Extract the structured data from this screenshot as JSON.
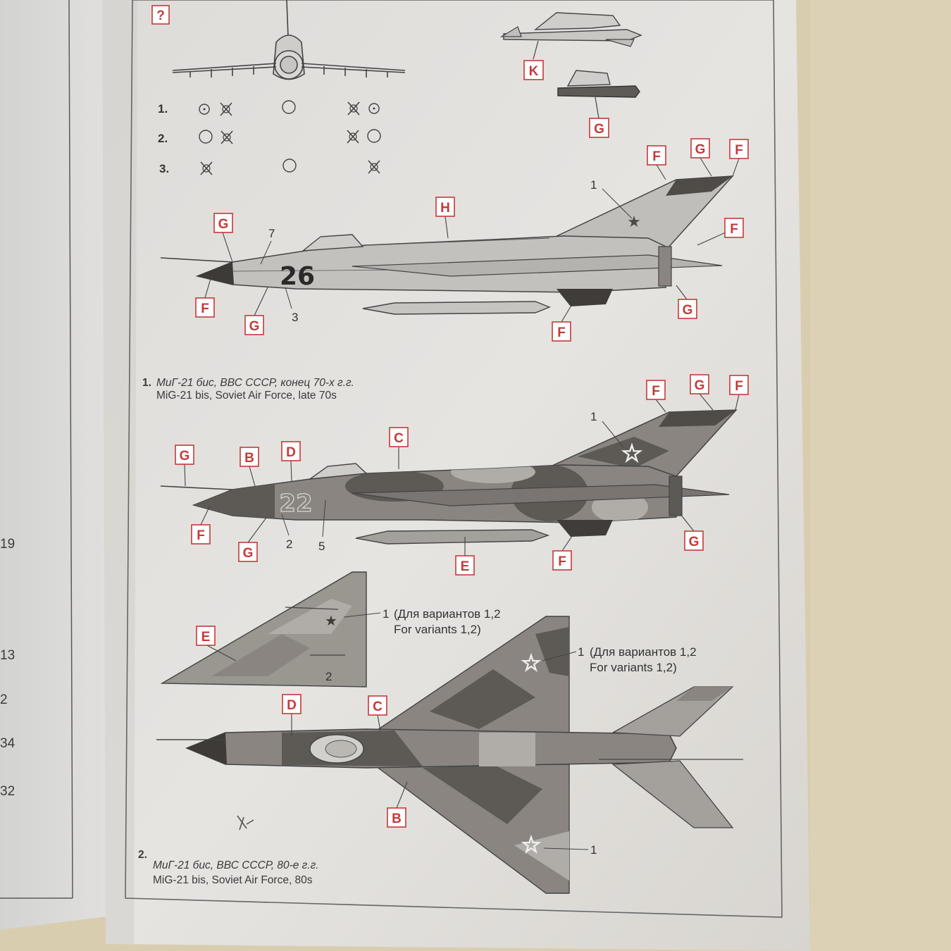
{
  "colors": {
    "background": "#d9cdb0",
    "paper": "#e4e2df",
    "callout_red": "#c43a3a",
    "camo_dark": "#5d5954",
    "camo_mid": "#8a8580",
    "camo_light": "#b0aca7",
    "metal": "#c3c1bd"
  },
  "left_margin_numbers": [
    "19",
    "13",
    "2",
    "34",
    "32"
  ],
  "top": {
    "question_box": "?",
    "pylon_rows": [
      {
        "label": "1."
      },
      {
        "label": "2."
      },
      {
        "label": "3."
      }
    ],
    "weapon_callouts": [
      "K",
      "G"
    ]
  },
  "variant1": {
    "callouts": [
      "G",
      "F",
      "G",
      "H",
      "F",
      "G",
      "F",
      "F",
      "G",
      "F"
    ],
    "numbers": [
      "7",
      "3",
      "1"
    ],
    "tail_number": "26",
    "caption": {
      "number": "1.",
      "ru": "МиГ-21 бис, ВВС СССР, конец 70-х г.г.",
      "en": "MiG-21 bis, Soviet Air Force, late 70s"
    }
  },
  "variant2": {
    "callouts": [
      "G",
      "B",
      "D",
      "C",
      "F",
      "G",
      "F",
      "G",
      "E",
      "F",
      "G",
      "F"
    ],
    "numbers": [
      "2",
      "5",
      "1"
    ],
    "tail_number": "22",
    "caption": {
      "number": "2.",
      "ru": "МиГ-21 бис, ВВС СССР, 80-е г.г.",
      "en": "MiG-21 bis, Soviet Air Force, 80s"
    }
  },
  "wing_view": {
    "callout": "E",
    "number": "2",
    "note_num": "1",
    "note_ru": "(Для вариантов 1,2",
    "note_en": "For variants 1,2)"
  },
  "top_view": {
    "callouts": [
      "D",
      "C",
      "B"
    ],
    "note_num": "1",
    "note_ru": "(Для вариантов 1,2",
    "note_en": "For variants 1,2)",
    "number_bottom": "1"
  },
  "handwritten_mark": "x"
}
